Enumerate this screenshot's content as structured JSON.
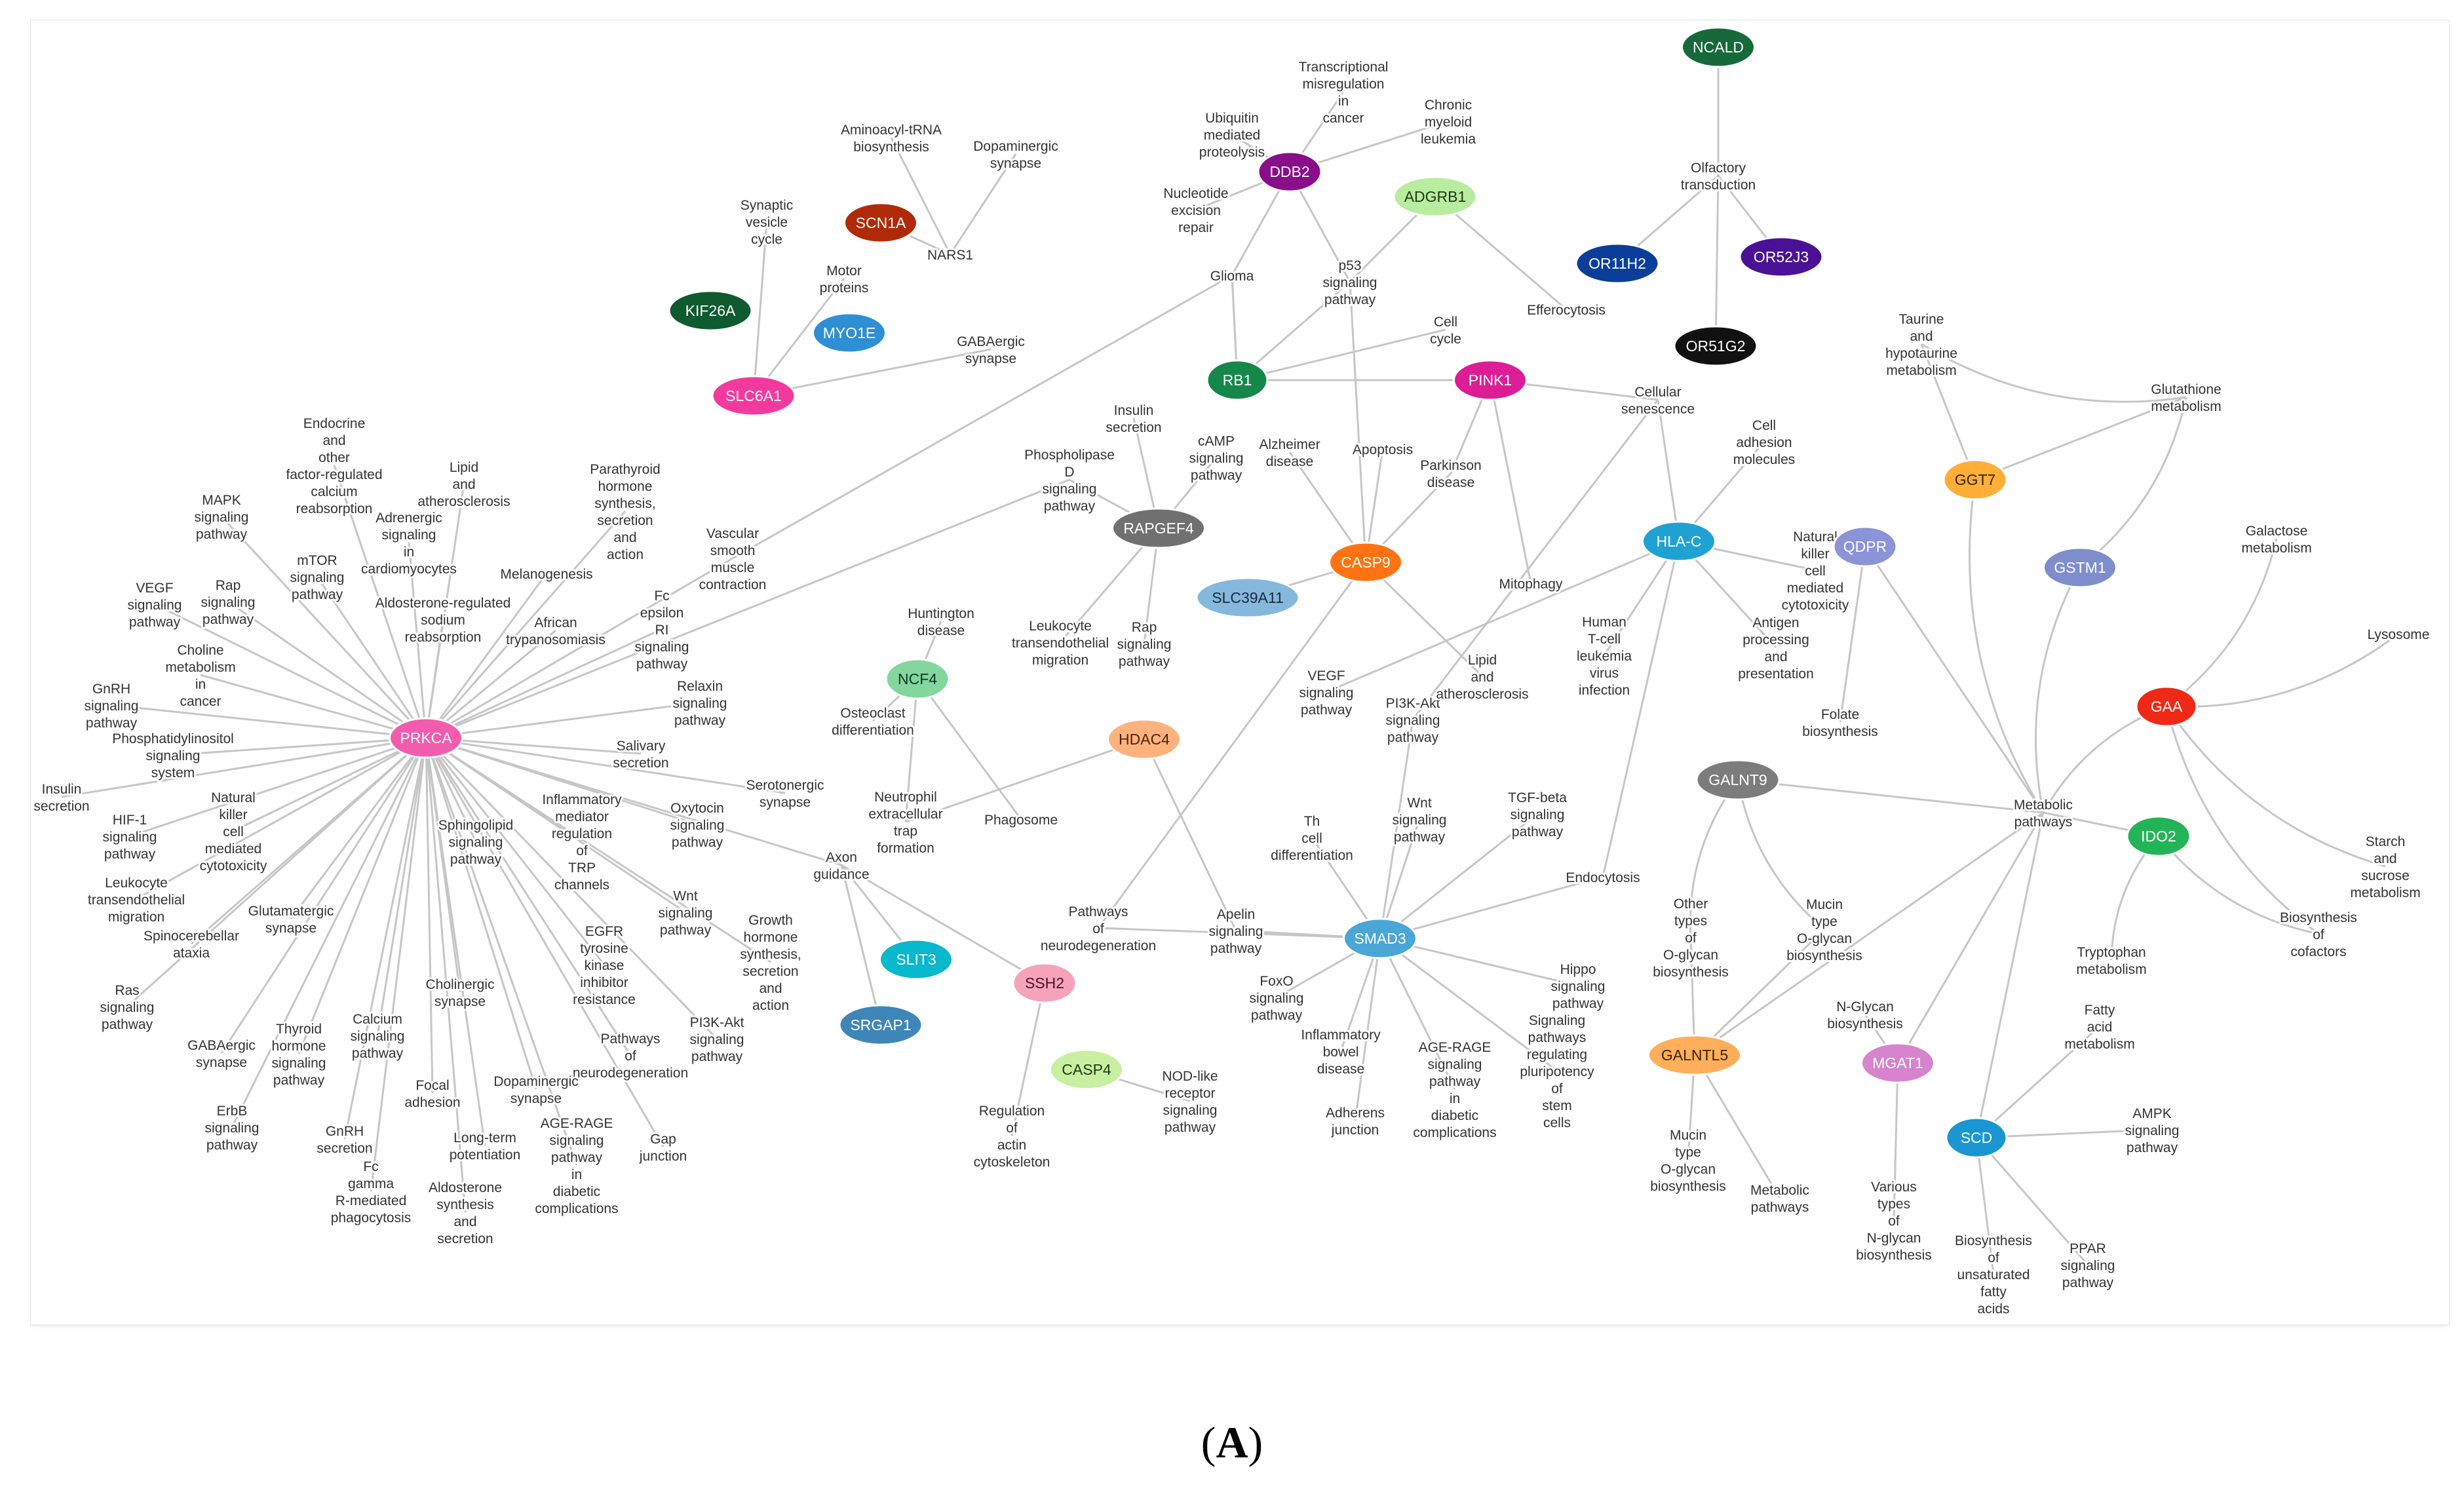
{
  "figure": {
    "panel_label": "A"
  },
  "colors": {
    "edge": "#c6c6c6",
    "pathway_text": "#333333",
    "frame": "#e4e4e4"
  },
  "genes": [
    {
      "id": "NCALD",
      "color": "#166a3a",
      "text": "#ffffff"
    },
    {
      "id": "DDB2",
      "color": "#8a0d8a",
      "text": "#ffffff"
    },
    {
      "id": "ADGRB1",
      "color": "#b8ec9e",
      "text": "#1b3a12"
    },
    {
      "id": "OR11H2",
      "color": "#0a3e9a",
      "text": "#ffffff"
    },
    {
      "id": "OR52J3",
      "color": "#4a1196",
      "text": "#ffffff"
    },
    {
      "id": "OR51G2",
      "color": "#111111",
      "text": "#ffffff"
    },
    {
      "id": "SCN1A",
      "color": "#b12a08",
      "text": "#ffffff"
    },
    {
      "id": "KIF26A",
      "color": "#0f5a2e",
      "text": "#ffffff"
    },
    {
      "id": "MYO1E",
      "color": "#2f8fd4",
      "text": "#ffffff"
    },
    {
      "id": "SLC6A1",
      "color": "#f23a9e",
      "text": "#ffffff"
    },
    {
      "id": "RB1",
      "color": "#16874a",
      "text": "#ffffff"
    },
    {
      "id": "PINK1",
      "color": "#dc1d95",
      "text": "#ffffff"
    },
    {
      "id": "GGT7",
      "color": "#ffae38",
      "text": "#3a2200"
    },
    {
      "id": "RAPGEF4",
      "color": "#707070",
      "text": "#ffffff"
    },
    {
      "id": "CASP9",
      "color": "#ff7312",
      "text": "#ffffff"
    },
    {
      "id": "HLA-C",
      "color": "#1fa2d2",
      "text": "#ffffff"
    },
    {
      "id": "QDPR",
      "color": "#8a94d6",
      "text": "#ffffff"
    },
    {
      "id": "GSTM1",
      "color": "#7e8dcc",
      "text": "#ffffff"
    },
    {
      "id": "SLC39A11",
      "color": "#84b8dc",
      "text": "#1a2a3a"
    },
    {
      "id": "NCF4",
      "color": "#82d69e",
      "text": "#10351c"
    },
    {
      "id": "PRKCA",
      "color": "#f25cae",
      "text": "#ffffff"
    },
    {
      "id": "HDAC4",
      "color": "#ffb27e",
      "text": "#4a2200"
    },
    {
      "id": "GAA",
      "color": "#ee2a16",
      "text": "#ffffff"
    },
    {
      "id": "GALNT9",
      "color": "#7c7c7c",
      "text": "#ffffff"
    },
    {
      "id": "IDO2",
      "color": "#22b456",
      "text": "#ffffff"
    },
    {
      "id": "SLIT3",
      "color": "#08b8cc",
      "text": "#ffffff"
    },
    {
      "id": "SRGAP1",
      "color": "#3e86b8",
      "text": "#ffffff"
    },
    {
      "id": "SSH2",
      "color": "#f6a2bc",
      "text": "#4a1020"
    },
    {
      "id": "SMAD3",
      "color": "#4aa6d6",
      "text": "#ffffff"
    },
    {
      "id": "GALNTL5",
      "color": "#ffae5a",
      "text": "#3a2200"
    },
    {
      "id": "MGAT1",
      "color": "#d684ce",
      "text": "#ffffff"
    },
    {
      "id": "CASP4",
      "color": "#c8f0a0",
      "text": "#1b3a12"
    },
    {
      "id": "SCD",
      "color": "#1a96d2",
      "text": "#ffffff"
    }
  ],
  "pathways": [
    {
      "id": "p1",
      "text": "Transcriptional misregulation in cancer"
    },
    {
      "id": "p2",
      "text": "Chronic myeloid leukemia"
    },
    {
      "id": "p3",
      "text": "Ubiquitin mediated proteolysis"
    },
    {
      "id": "p4",
      "text": "Nucleotide excision repair"
    },
    {
      "id": "p5",
      "text": "Aminoacyl-tRNA biosynthesis"
    },
    {
      "id": "p6",
      "text": "Dopaminergic synapse"
    },
    {
      "id": "p7",
      "text": "NARS1"
    },
    {
      "id": "p8",
      "text": "Synaptic vesicle cycle"
    },
    {
      "id": "p9",
      "text": "Motor proteins"
    },
    {
      "id": "p10",
      "text": "GABAergic synapse"
    },
    {
      "id": "p11",
      "text": "Olfactory transduction"
    },
    {
      "id": "p12",
      "text": "Glioma"
    },
    {
      "id": "p13",
      "text": "p53 signaling pathway"
    },
    {
      "id": "p14",
      "text": "Efferocytosis"
    },
    {
      "id": "p15",
      "text": "Cell cycle"
    },
    {
      "id": "p16",
      "text": "Cellular senescence"
    },
    {
      "id": "p17",
      "text": "Taurine and hypotaurine metabolism"
    },
    {
      "id": "p18",
      "text": "Glutathione metabolism"
    },
    {
      "id": "p19",
      "text": "Endocrine and other factor-regulated calcium reabsorption"
    },
    {
      "id": "p20",
      "text": "Lipid and atherosclerosis"
    },
    {
      "id": "p21",
      "text": "Parathyroid hormone synthesis, secretion and action"
    },
    {
      "id": "p22",
      "text": "Adrenergic signaling in cardiomyocytes"
    },
    {
      "id": "p23",
      "text": "MAPK signaling pathway"
    },
    {
      "id": "p24",
      "text": "mTOR signaling pathway"
    },
    {
      "id": "p25",
      "text": "Melanogenesis"
    },
    {
      "id": "p26",
      "text": "Aldosterone-regulated sodium reabsorption"
    },
    {
      "id": "p27",
      "text": "VEGF signaling pathway"
    },
    {
      "id": "p28",
      "text": "Rap signaling pathway"
    },
    {
      "id": "p29",
      "text": "African trypanosomiasis"
    },
    {
      "id": "p30",
      "text": "Fc epsilon RI signaling pathway"
    },
    {
      "id": "p31",
      "text": "Choline metabolism in cancer"
    },
    {
      "id": "p32",
      "text": "Relaxin signaling pathway"
    },
    {
      "id": "p33",
      "text": "GnRH signaling pathway"
    },
    {
      "id": "p34",
      "text": "Phosphatidylinositol signaling system"
    },
    {
      "id": "p35",
      "text": "Salivary secretion"
    },
    {
      "id": "p36",
      "text": "Insulin secretion"
    },
    {
      "id": "p37",
      "text": "Natural killer cell mediated cytotoxicity"
    },
    {
      "id": "p38",
      "text": "HIF-1 signaling pathway"
    },
    {
      "id": "p39",
      "text": "Serotonergic synapse"
    },
    {
      "id": "p40",
      "text": "Inflammatory mediator regulation of TRP channels"
    },
    {
      "id": "p41",
      "text": "Oxytocin signaling pathway"
    },
    {
      "id": "p42",
      "text": "Sphingolipid signaling pathway"
    },
    {
      "id": "p43",
      "text": "Leukocyte transendothelial migration"
    },
    {
      "id": "p44",
      "text": "Glutamatergic synapse"
    },
    {
      "id": "p45",
      "text": "Spinocerebellar ataxia"
    },
    {
      "id": "p46",
      "text": "Axon guidance"
    },
    {
      "id": "p47",
      "text": "Wnt signaling pathway"
    },
    {
      "id": "p48",
      "text": "EGFR tyrosine kinase inhibitor resistance"
    },
    {
      "id": "p49",
      "text": "Growth hormone synthesis, secretion and action"
    },
    {
      "id": "p50",
      "text": "Ras signaling pathway"
    },
    {
      "id": "p51",
      "text": "Cholinergic synapse"
    },
    {
      "id": "p52",
      "text": "Calcium signaling pathway"
    },
    {
      "id": "p53",
      "text": "Thyroid hormone signaling pathway"
    },
    {
      "id": "p54",
      "text": "PI3K-Akt signaling pathway"
    },
    {
      "id": "p55",
      "text": "GABAergic synapse"
    },
    {
      "id": "p56",
      "text": "Pathways of neurodegeneration"
    },
    {
      "id": "p57",
      "text": "ErbB signaling pathway"
    },
    {
      "id": "p58",
      "text": "Focal adhesion"
    },
    {
      "id": "p59",
      "text": "Dopaminergic synapse"
    },
    {
      "id": "p60",
      "text": "GnRH secretion"
    },
    {
      "id": "p61",
      "text": "Long-term potentiation"
    },
    {
      "id": "p62",
      "text": "AGE-RAGE signaling pathway in diabetic complications"
    },
    {
      "id": "p63",
      "text": "Gap junction"
    },
    {
      "id": "p64",
      "text": "Fc gamma R-mediated phagocytosis"
    },
    {
      "id": "p65",
      "text": "Aldosterone synthesis and secretion"
    },
    {
      "id": "p66",
      "text": "Insulin secretion"
    },
    {
      "id": "p67",
      "text": "Phospholipase D signaling pathway"
    },
    {
      "id": "p68",
      "text": "cAMP signaling pathway"
    },
    {
      "id": "p69",
      "text": "Alzheimer disease"
    },
    {
      "id": "p70",
      "text": "Apoptosis"
    },
    {
      "id": "p71",
      "text": "Parkinson disease"
    },
    {
      "id": "p72",
      "text": "Vascular smooth muscle contraction"
    },
    {
      "id": "p73",
      "text": "Huntington disease"
    },
    {
      "id": "p74",
      "text": "Leukocyte transendothelial migration"
    },
    {
      "id": "p75",
      "text": "Rap signaling pathway"
    },
    {
      "id": "p76",
      "text": "Osteoclast differentiation"
    },
    {
      "id": "p77",
      "text": "Neutrophil extracellular trap formation"
    },
    {
      "id": "p78",
      "text": "Phagosome"
    },
    {
      "id": "p79",
      "text": "VEGF signaling pathway"
    },
    {
      "id": "p80",
      "text": "PI3K-Akt signaling pathway"
    },
    {
      "id": "p81",
      "text": "Lipid and atherosclerosis"
    },
    {
      "id": "p82",
      "text": "Mitophagy"
    },
    {
      "id": "p83",
      "text": "Cell adhesion molecules"
    },
    {
      "id": "p84",
      "text": "Natural killer cell mediated cytotoxicity"
    },
    {
      "id": "p85",
      "text": "Human T-cell leukemia virus infection"
    },
    {
      "id": "p86",
      "text": "Antigen processing and presentation"
    },
    {
      "id": "p87",
      "text": "Folate biosynthesis"
    },
    {
      "id": "p88",
      "text": "Galactose metabolism"
    },
    {
      "id": "p89",
      "text": "Lysosome"
    },
    {
      "id": "p90",
      "text": "Metabolic pathways"
    },
    {
      "id": "p91",
      "text": "Starch and sucrose metabolism"
    },
    {
      "id": "p92",
      "text": "Biosynthesis of cofactors"
    },
    {
      "id": "p93",
      "text": "Tryptophan metabolism"
    },
    {
      "id": "p94",
      "text": "Th cell differentiation"
    },
    {
      "id": "p95",
      "text": "Wnt signaling pathway"
    },
    {
      "id": "p96",
      "text": "TGF-beta signaling pathway"
    },
    {
      "id": "p97",
      "text": "Endocytosis"
    },
    {
      "id": "p98",
      "text": "Pathways of neurodegeneration"
    },
    {
      "id": "p99",
      "text": "Apelin signaling pathway"
    },
    {
      "id": "p100",
      "text": "FoxO signaling pathway"
    },
    {
      "id": "p101",
      "text": "Inflammatory bowel disease"
    },
    {
      "id": "p102",
      "text": "Hippo signaling pathway"
    },
    {
      "id": "p103",
      "text": "Signaling pathways regulating pluripotency of stem cells"
    },
    {
      "id": "p104",
      "text": "AGE-RAGE signaling pathway in diabetic complications"
    },
    {
      "id": "p105",
      "text": "Adherens junction"
    },
    {
      "id": "p106",
      "text": "Regulation of actin cytoskeleton"
    },
    {
      "id": "p107",
      "text": "NOD-like receptor signaling pathway"
    },
    {
      "id": "p108",
      "text": "Other types of O-glycan biosynthesis"
    },
    {
      "id": "p109",
      "text": "Mucin type O-glycan biosynthesis"
    },
    {
      "id": "p110",
      "text": "N-Glycan biosynthesis"
    },
    {
      "id": "p111",
      "text": "Fatty acid metabolism"
    },
    {
      "id": "p112",
      "text": "AMPK signaling pathway"
    },
    {
      "id": "p113",
      "text": "Mucin type O-glycan biosynthesis"
    },
    {
      "id": "p114",
      "text": "Metabolic pathways"
    },
    {
      "id": "p115",
      "text": "Various types of N-glycan biosynthesis"
    },
    {
      "id": "p116",
      "text": "Biosynthesis of unsaturated fatty acids"
    },
    {
      "id": "p117",
      "text": "PPAR signaling pathway"
    }
  ]
}
